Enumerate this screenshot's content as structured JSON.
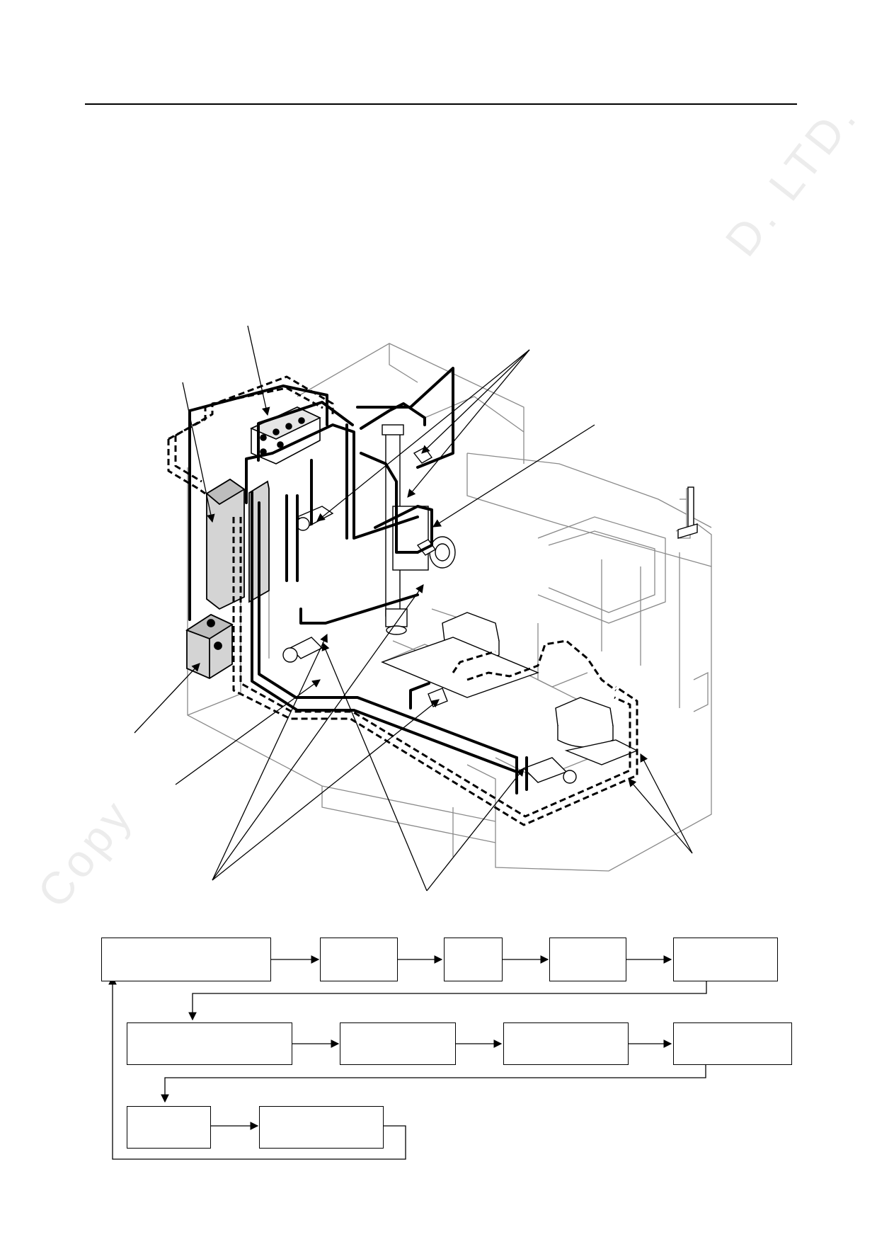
{
  "watermark": {
    "left_text": "Copy",
    "right_text": "D. LTD."
  },
  "figure": {
    "icons": [
      "machining-center-illustration",
      "piping-route",
      "flow-arrow"
    ]
  },
  "flowchart": {
    "boxes": [
      {
        "id": "r1b1",
        "label": ""
      },
      {
        "id": "r1b2",
        "label": ""
      },
      {
        "id": "r1b3",
        "label": ""
      },
      {
        "id": "r1b4",
        "label": ""
      },
      {
        "id": "r1b5",
        "label": ""
      },
      {
        "id": "r2b1",
        "label": ""
      },
      {
        "id": "r2b2",
        "label": ""
      },
      {
        "id": "r2b3",
        "label": ""
      },
      {
        "id": "r2b4",
        "label": ""
      },
      {
        "id": "r3b1",
        "label": ""
      },
      {
        "id": "r3b2",
        "label": ""
      }
    ]
  },
  "colors": {
    "line": "#000000",
    "light_line": "#888888",
    "panel_fill": "#d4d4d4",
    "watermark": "#ececec"
  }
}
